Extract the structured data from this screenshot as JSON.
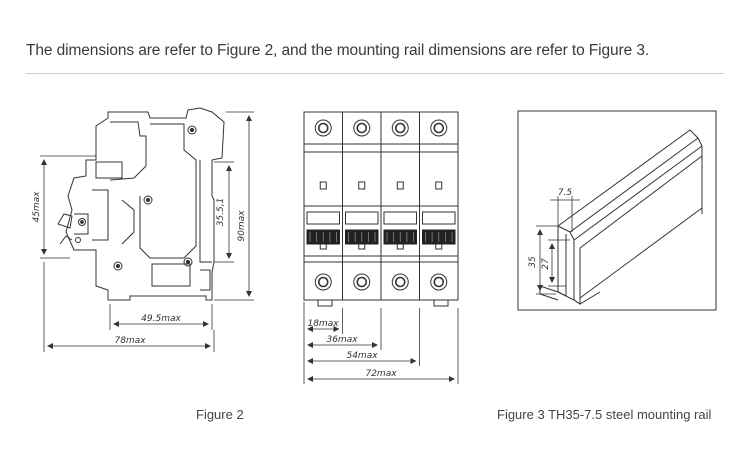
{
  "header": {
    "text": "The dimensions are refer to Figure 2, and the mounting rail dimensions are refer to Figure 3."
  },
  "figure2": {
    "caption": "Figure 2",
    "dims": {
      "height_total": "90max",
      "height_clip": "45max",
      "rail_width": "35.5,1",
      "depth_mid": "49.5max",
      "depth_total": "78max"
    }
  },
  "front_view": {
    "poles": 4,
    "dims": [
      "18max",
      "36max",
      "54max",
      "72max"
    ]
  },
  "figure3": {
    "caption": "Figure 3 TH35-7.5 steel mounting rail",
    "dims": {
      "depth": "7.5",
      "height": "35",
      "inner": "27"
    }
  }
}
